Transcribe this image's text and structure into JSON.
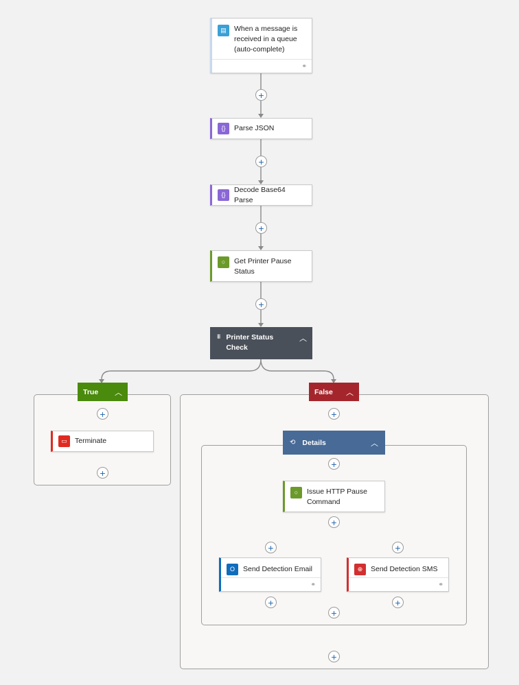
{
  "trigger": {
    "label": "When a message is received in a queue (auto-complete)",
    "icon": "service-bus-icon"
  },
  "steps": [
    {
      "label": "Parse JSON",
      "icon": "code-braces-icon"
    },
    {
      "label": "Decode Base64 Parse",
      "icon": "code-braces-icon"
    },
    {
      "label": "Get Printer Pause Status",
      "icon": "lightbulb-icon"
    }
  ],
  "condition": {
    "label": "Printer Status Check",
    "icon": "condition-icon"
  },
  "true_branch": {
    "label": "True",
    "actions": [
      {
        "label": "Terminate",
        "icon": "terminate-icon"
      }
    ]
  },
  "false_branch": {
    "label": "False",
    "scope": {
      "label": "Details",
      "icon": "loop-icon",
      "action": {
        "label": "Issue HTTP Pause Command",
        "icon": "lightbulb-icon"
      },
      "parallel": [
        {
          "label": "Send Detection Email",
          "icon": "outlook-icon"
        },
        {
          "label": "Send Detection SMS",
          "icon": "twilio-icon"
        }
      ]
    }
  },
  "colors": {
    "canvas": "#f2f2f2",
    "connector": "#8a8a8a",
    "service_bus": "#3aa0d6",
    "data_ops": "#8a67d6",
    "variable": "#6b9a2a",
    "condition_header": "#4a5059",
    "true_header": "#4a8a0c",
    "false_header": "#a4262c",
    "scope_header": "#476a96",
    "outlook": "#0f6cbd",
    "twilio": "#d32f2f",
    "terminate": "#e02a20",
    "plus_icon": "#2b6cb0"
  }
}
